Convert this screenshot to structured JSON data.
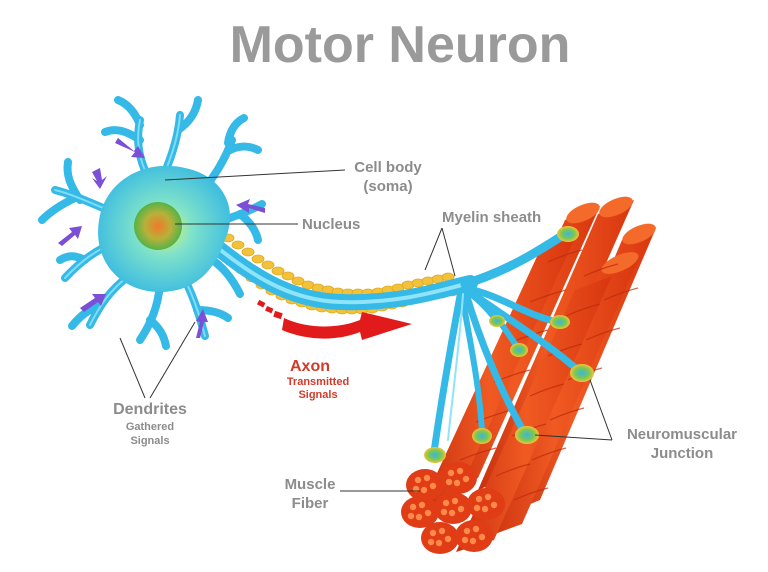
{
  "title": "Motor Neuron",
  "labels": {
    "cell_body": [
      "Cell body",
      "(soma)"
    ],
    "nucleus": "Nucleus",
    "myelin": "Myelin sheath",
    "axon": "Axon",
    "axon_sub": [
      "Transmitted",
      "Signals"
    ],
    "dendrites": "Dendrites",
    "dendrites_sub": [
      "Gathered",
      "Signals"
    ],
    "muscle": [
      "Muscle",
      "Fiber"
    ],
    "nmj": [
      "Neuromuscular",
      "Junction"
    ]
  },
  "colors": {
    "neuron": "#35b9e6",
    "myelin": "#f2c23a",
    "muscle": "#e8421e",
    "signal_arrow": "#e11b1b",
    "dendrite_arrow": "#7b4fd6",
    "nucleus": "#3fb24a"
  }
}
